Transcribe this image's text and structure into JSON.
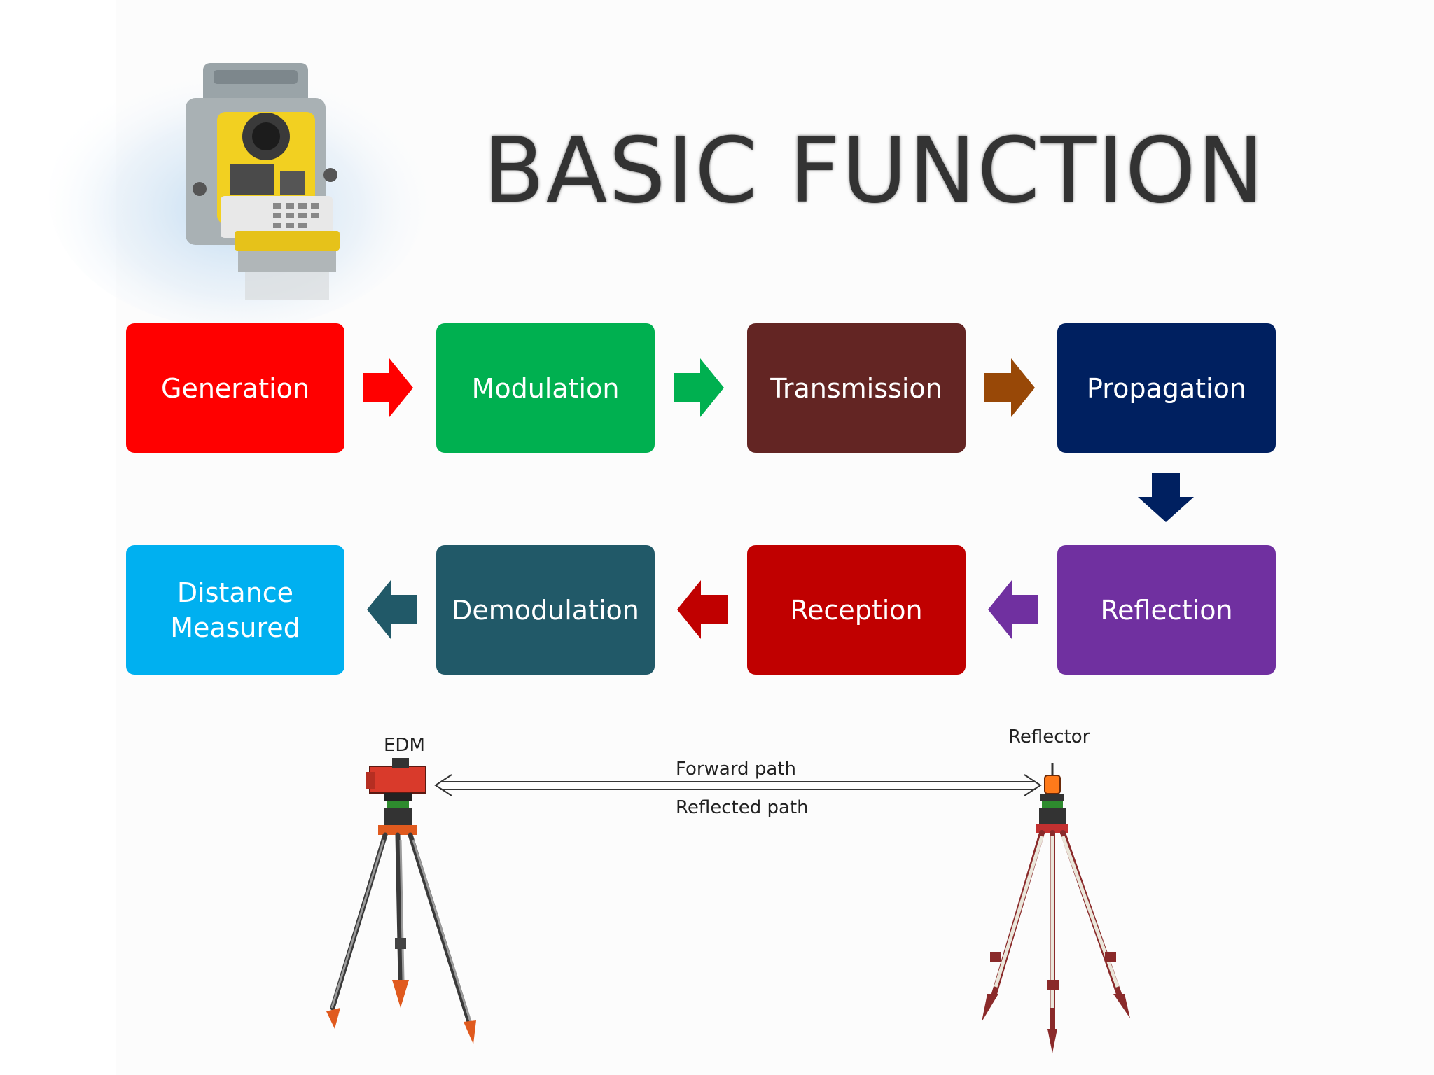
{
  "title": "BASIC FUNCTION",
  "steps": [
    {
      "label": "Generation",
      "color": "#ff0000"
    },
    {
      "label": "Modulation",
      "color": "#00b050"
    },
    {
      "label": "Transmission",
      "color": "#632523"
    },
    {
      "label": "Propagation",
      "color": "#002060"
    },
    {
      "label": "Reflection",
      "color": "#7030a0"
    },
    {
      "label": "Reception",
      "color": "#c00000"
    },
    {
      "label": "Demodulation",
      "color": "#215968"
    },
    {
      "label": "Distance Measured",
      "label_line1": "Distance",
      "label_line2": "Measured",
      "color": "#00b0f0"
    }
  ],
  "arrows": [
    {
      "icon": "arrow-right-icon",
      "color": "#ff0000"
    },
    {
      "icon": "arrow-right-icon",
      "color": "#00b050"
    },
    {
      "icon": "arrow-right-icon",
      "color": "#984807"
    },
    {
      "icon": "arrow-down-icon",
      "color": "#002060"
    },
    {
      "icon": "arrow-left-icon",
      "color": "#7030a0"
    },
    {
      "icon": "arrow-left-icon",
      "color": "#c00000"
    },
    {
      "icon": "arrow-left-icon",
      "color": "#215968"
    }
  ],
  "illustration": {
    "edm_label": "EDM",
    "reflector_label": "Reflector",
    "forward_path_label": "Forward path",
    "reflected_path_label": "Reflected path",
    "edm_icon": "tripod-edm-icon",
    "reflector_icon": "tripod-reflector-icon",
    "device_icon": "total-station-icon"
  }
}
